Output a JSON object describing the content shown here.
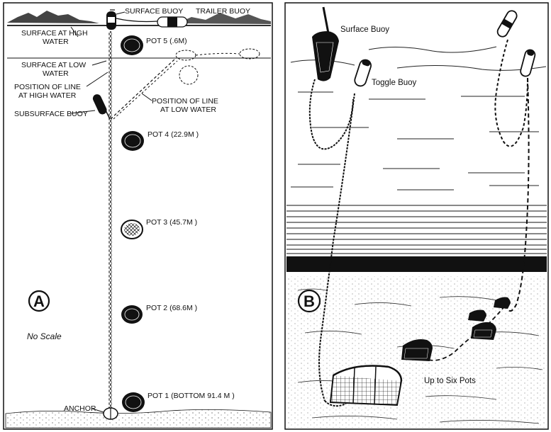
{
  "panel_a": {
    "badge": "A",
    "scale_note": "No Scale",
    "labels": {
      "surface_buoy": "SURFACE BUOY",
      "trailer_buoy": "TRAILER BUOY",
      "surface_high_1": "SURFACE AT HIGH",
      "surface_high_2": "WATER",
      "surface_low_1": "SURFACE AT LOW",
      "surface_low_2": "WATER",
      "pos_high_1": "POSITION OF LINE",
      "pos_high_2": "AT HIGH WATER",
      "pos_low_1": "POSITION OF LINE",
      "pos_low_2": "AT LOW WATER",
      "subsurface_buoy": "SUBSURFACE BUOY",
      "anchor": "ANCHOR"
    },
    "pots": [
      "POT 5 (.6M)",
      "POT 4 (22.9M )",
      "POT 3 (45.7M )",
      "POT 2 (68.6M )",
      "POT 1 (BOTTOM 91.4 M )"
    ]
  },
  "panel_b": {
    "badge": "B",
    "labels": {
      "surface_buoy": "Surface Buoy",
      "toggle_buoy": "Toggle Buoy",
      "up_to_six_pots": "Up to Six Pots"
    }
  }
}
